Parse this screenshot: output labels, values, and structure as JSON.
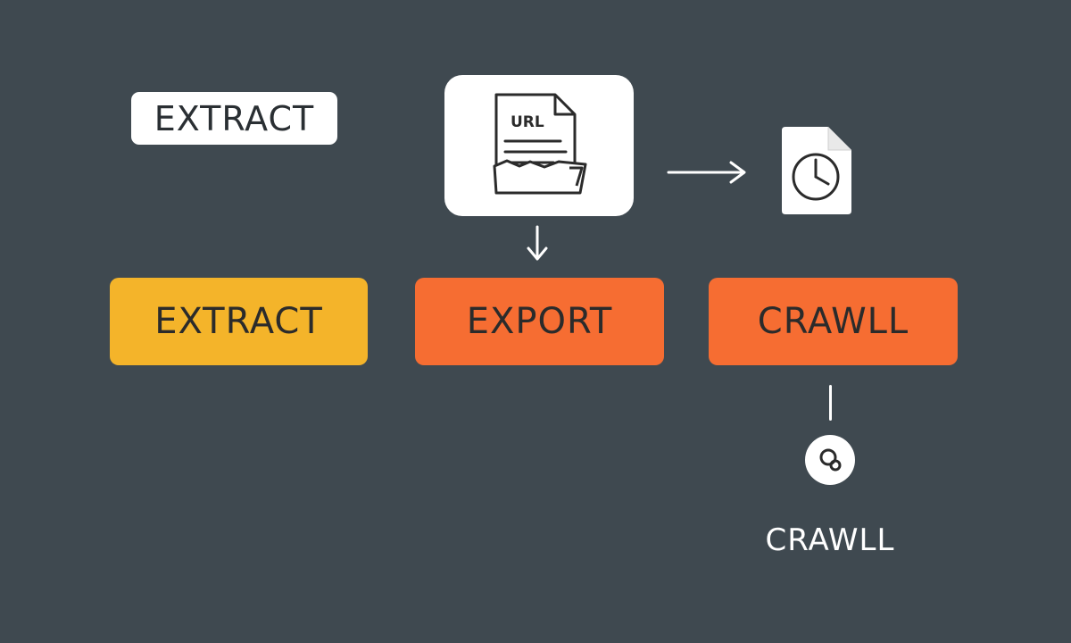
{
  "top_tag": {
    "label": "EXTRACT"
  },
  "url_card": {
    "doc_text": "URL",
    "icon": "url-document-folder-icon"
  },
  "flow_icons": {
    "arrow_right": "arrow-right-icon",
    "clock_doc": "clock-document-icon",
    "arrow_down": "arrow-down-icon"
  },
  "steps": [
    {
      "label": "EXTRACT",
      "color": "#f4b42a"
    },
    {
      "label": "EXPORT",
      "color": "#f66d32"
    },
    {
      "label": "CRAWLL",
      "color": "#f66d32"
    }
  ],
  "crawl_node": {
    "icon": "search-bubbles-icon",
    "label": "CRAWLL"
  },
  "colors": {
    "background": "#3f4950",
    "text_dark": "#2b2b2b",
    "white": "#ffffff"
  }
}
